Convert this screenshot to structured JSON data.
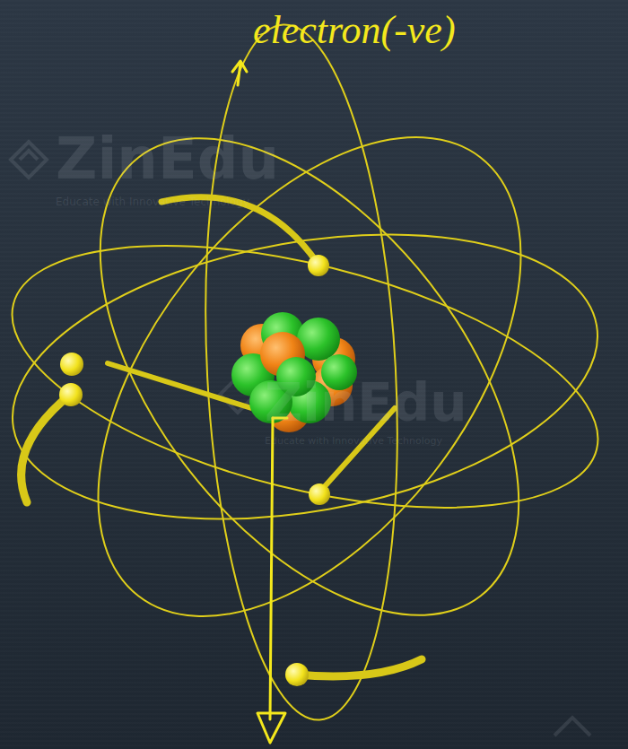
{
  "diagram": {
    "labels": [
      "electron(-ve)",
      "ZinEdu",
      "Educate with Innovative Technology",
      "ZinEdu",
      "Educate with Innovative Technology"
    ]
  }
}
